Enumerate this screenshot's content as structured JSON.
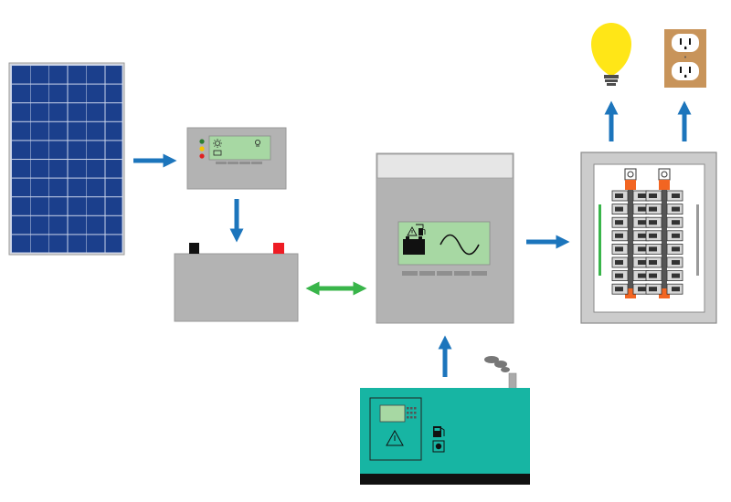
{
  "diagram": {
    "components": [
      {
        "id": "solar-panel",
        "icon": "solar-panel-icon"
      },
      {
        "id": "charge-controller",
        "icon": "charge-controller-icon",
        "indicator_colors": [
          "#2e7d32",
          "#f5c400",
          "#e02020"
        ]
      },
      {
        "id": "battery",
        "icon": "battery-icon",
        "terminal_colors": [
          "#111111",
          "#ee1c24"
        ]
      },
      {
        "id": "inverter",
        "icon": "inverter-icon",
        "display_symbols": [
          "warning-icon",
          "fuel-icon",
          "battery-icon",
          "sine-wave-icon"
        ]
      },
      {
        "id": "breaker-panel",
        "icon": "breaker-panel-icon"
      },
      {
        "id": "light-bulb",
        "icon": "light-bulb-icon"
      },
      {
        "id": "outlet",
        "icon": "outlet-icon"
      },
      {
        "id": "generator",
        "icon": "generator-icon",
        "display_symbols": [
          "warning-icon",
          "fuel-icon"
        ]
      }
    ],
    "connections": [
      {
        "from": "solar-panel",
        "to": "charge-controller",
        "direction": "one-way",
        "color": "#1c75bc"
      },
      {
        "from": "charge-controller",
        "to": "battery",
        "direction": "one-way",
        "color": "#1c75bc"
      },
      {
        "from": "battery",
        "to": "inverter",
        "direction": "two-way",
        "color": "#39b54a"
      },
      {
        "from": "inverter",
        "to": "breaker-panel",
        "direction": "one-way",
        "color": "#1c75bc"
      },
      {
        "from": "breaker-panel",
        "to": "light-bulb",
        "direction": "one-way",
        "color": "#1c75bc"
      },
      {
        "from": "breaker-panel",
        "to": "outlet",
        "direction": "one-way",
        "color": "#1c75bc"
      },
      {
        "from": "generator",
        "to": "inverter",
        "direction": "one-way",
        "color": "#1c75bc"
      }
    ],
    "colors": {
      "arrow_blue": "#1c75bc",
      "arrow_green": "#39b54a",
      "panel_blue": "#1b3f8c",
      "device_gray": "#b3b3b3",
      "lcd_green": "#a7d8a3",
      "generator_teal": "#17b5a3",
      "bulb_yellow": "#ffe617",
      "outlet_tan": "#c8945a",
      "breaker_orange": "#f26522"
    }
  }
}
